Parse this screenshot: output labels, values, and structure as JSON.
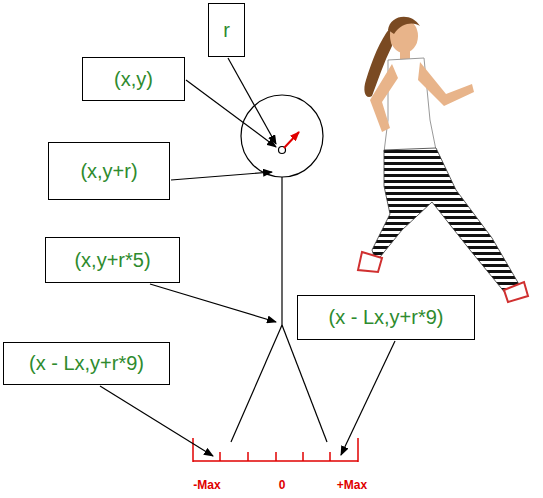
{
  "diagram": {
    "nodes": [
      {
        "text": [
          "r"
        ]
      },
      {
        "text": [
          "(x,y)"
        ]
      },
      {
        "text": [
          "(x,y+r)"
        ]
      },
      {
        "text": [
          "(x,y+r*5)"
        ]
      },
      {
        "text": [
          "(x - Lx,y+r*9)"
        ]
      },
      {
        "text": [
          "(x - Lx,y+r*9)"
        ]
      }
    ],
    "labels": [
      "-Max",
      "0",
      "+Max"
    ]
  }
}
